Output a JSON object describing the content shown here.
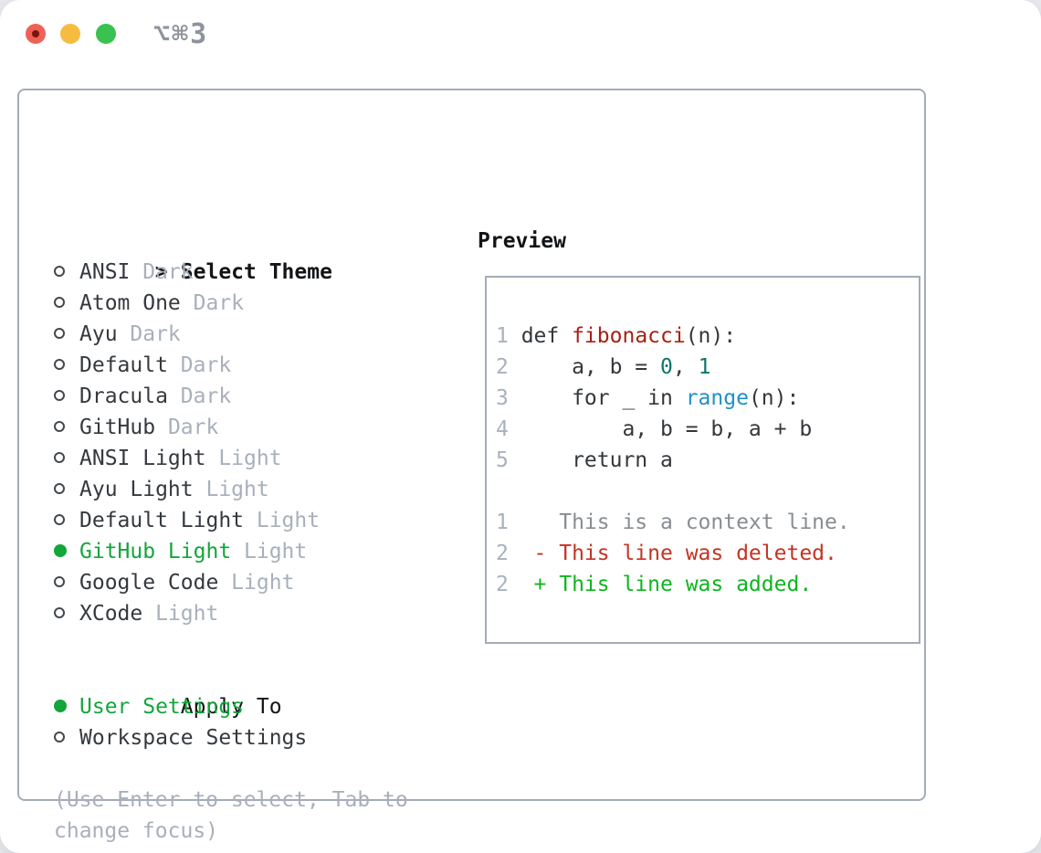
{
  "window": {
    "title": "⌥⌘3",
    "traffic_lights": [
      "close",
      "minimize",
      "zoom"
    ]
  },
  "theme_list": {
    "prompt": ">",
    "header": "Select Theme",
    "items": [
      {
        "name": "ANSI",
        "variant": "Dark",
        "selected": false
      },
      {
        "name": "Atom One",
        "variant": "Dark",
        "selected": false
      },
      {
        "name": "Ayu",
        "variant": "Dark",
        "selected": false
      },
      {
        "name": "Default",
        "variant": "Dark",
        "selected": false
      },
      {
        "name": "Dracula",
        "variant": "Dark",
        "selected": false
      },
      {
        "name": "GitHub",
        "variant": "Dark",
        "selected": false
      },
      {
        "name": "ANSI Light",
        "variant": "Light",
        "selected": false
      },
      {
        "name": "Ayu Light",
        "variant": "Light",
        "selected": false
      },
      {
        "name": "Default Light",
        "variant": "Light",
        "selected": false
      },
      {
        "name": "GitHub Light",
        "variant": "Light",
        "selected": true
      },
      {
        "name": "Google Code",
        "variant": "Light",
        "selected": false
      },
      {
        "name": "XCode",
        "variant": "Light",
        "selected": false
      }
    ]
  },
  "apply_to": {
    "header": "Apply To",
    "options": [
      {
        "label": "User Settings",
        "selected": true
      },
      {
        "label": "Workspace Settings",
        "selected": false
      }
    ]
  },
  "hint": {
    "line1": "(Use Enter to select, Tab to",
    "line2": "change focus)"
  },
  "preview": {
    "header": "Preview",
    "lines": [
      {
        "num": "1",
        "tokens": [
          {
            "t": "def ",
            "c": "plain"
          },
          {
            "t": "fibonacci",
            "c": "fn"
          },
          {
            "t": "(n):",
            "c": "plain"
          }
        ]
      },
      {
        "num": "2",
        "tokens": [
          {
            "t": "    a, b = ",
            "c": "plain"
          },
          {
            "t": "0",
            "c": "num"
          },
          {
            "t": ", ",
            "c": "plain"
          },
          {
            "t": "1",
            "c": "num"
          }
        ]
      },
      {
        "num": "3",
        "tokens": [
          {
            "t": "    for _ in ",
            "c": "plain"
          },
          {
            "t": "range",
            "c": "bi"
          },
          {
            "t": "(n):",
            "c": "plain"
          }
        ]
      },
      {
        "num": "4",
        "tokens": [
          {
            "t": "        a, b = b, a + b",
            "c": "plain"
          }
        ]
      },
      {
        "num": "5",
        "tokens": [
          {
            "t": "    return a",
            "c": "plain"
          }
        ]
      },
      {
        "num": "",
        "tokens": []
      },
      {
        "num": "1",
        "tokens": [
          {
            "t": "   This is a context line.",
            "c": "ctx"
          }
        ]
      },
      {
        "num": "2",
        "tokens": [
          {
            "t": " - This line was deleted.",
            "c": "del"
          }
        ]
      },
      {
        "num": "2",
        "tokens": [
          {
            "t": " + This line was added.",
            "c": "add"
          }
        ]
      }
    ]
  },
  "colors": {
    "selection_green": "#14a53b",
    "added_green": "#0eb520",
    "deleted_red": "#c53321",
    "function_red": "#a62113",
    "number_teal": "#0f766b",
    "builtin_blue": "#2090c6",
    "muted_gray": "#a7b0bb",
    "text_dark": "#35393e",
    "border_gray": "#a3acb8"
  }
}
